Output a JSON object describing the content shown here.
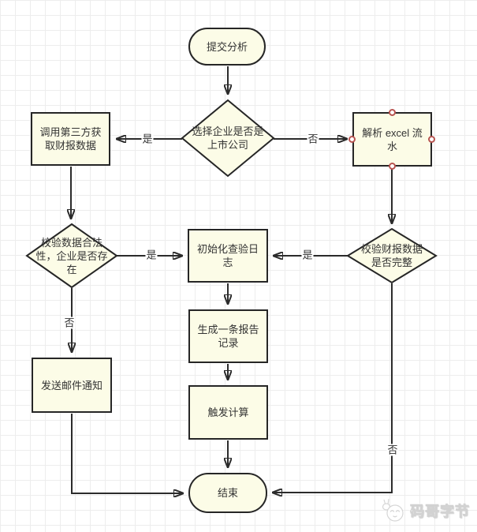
{
  "diagram": {
    "nodes": {
      "start": {
        "label": "提交分析"
      },
      "decision_listed_company": {
        "label": "选择企业是否是\n上市公司"
      },
      "call_third_party": {
        "label": "调用第三方获\n取财报数据"
      },
      "parse_excel": {
        "label": "解析 excel 流\n水"
      },
      "validate_data_legal": {
        "label": "校验数据合法\n性，企业是否存\n在"
      },
      "init_inspection_log": {
        "label": "初始化查验日\n志"
      },
      "validate_report_complete": {
        "label": "校验财报数据\n是否完整"
      },
      "generate_report_record": {
        "label": "生成一条报告\n记录"
      },
      "trigger_calculation": {
        "label": "触发计算"
      },
      "send_email_notice": {
        "label": "发送邮件通知"
      },
      "end": {
        "label": "结束"
      }
    },
    "edge_labels": {
      "listed_yes": "是",
      "listed_no": "否",
      "legal_yes": "是",
      "complete_yes": "是",
      "legal_no": "否",
      "complete_no": "否"
    },
    "colors": {
      "node_fill": "#FCFCE7",
      "node_border": "#262626",
      "connector": "#2B2B2B",
      "connection_point": "#B85450",
      "grid_line": "#EDEDED"
    }
  },
  "watermark": {
    "label": "码哥字节"
  }
}
